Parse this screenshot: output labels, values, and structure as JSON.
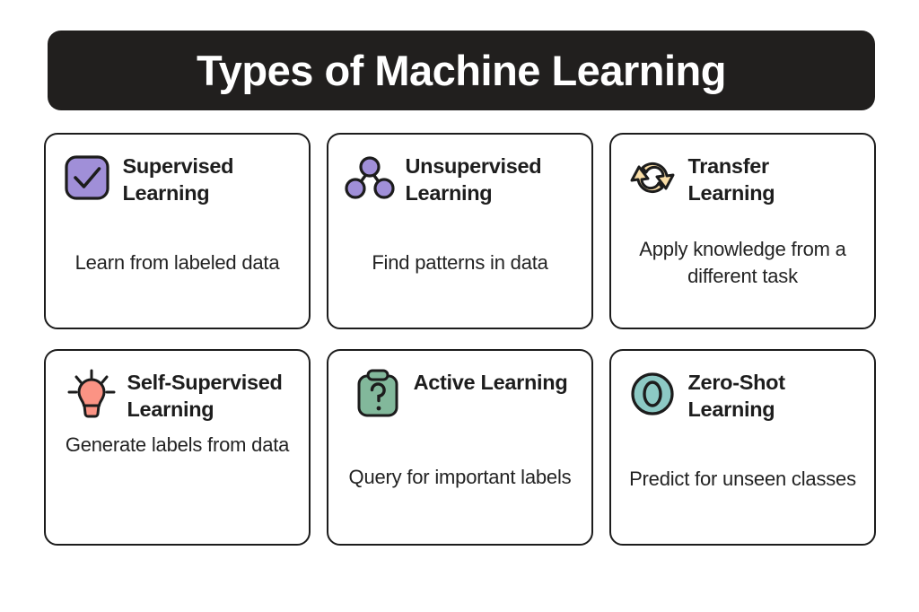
{
  "header": {
    "title": "Types of Machine Learning",
    "bar_color": "#211f1e",
    "text_color": "#ffffff"
  },
  "palette": {
    "purple": "#a08fd8",
    "tan": "#f9dda6",
    "salmon": "#fb9384",
    "green": "#82b89b",
    "teal": "#8cc9c4",
    "outline": "#1c1c1c",
    "card_background": "#ffffff",
    "page_background": "#ffffff"
  },
  "cards": [
    {
      "icon": "checkbox-check-icon",
      "icon_color": "#a08fd8",
      "title": "Supervised Learning",
      "description": "Learn from labeled data"
    },
    {
      "icon": "node-tree-icon",
      "icon_color": "#a08fd8",
      "title": "Unsupervised Learning",
      "description": "Find patterns in data"
    },
    {
      "icon": "cycle-arrows-icon",
      "icon_color": "#f9dda6",
      "title": "Transfer Learning",
      "description": "Apply knowledge from a different task"
    },
    {
      "icon": "lightbulb-icon",
      "icon_color": "#fb9384",
      "title": "Self-Supervised Learning",
      "description": "Generate labels from data"
    },
    {
      "icon": "clipboard-question-icon",
      "icon_color": "#82b89b",
      "title": "Active Learning",
      "description": "Query for important labels"
    },
    {
      "icon": "zero-circle-icon",
      "icon_color": "#8cc9c4",
      "title": "Zero-Shot Learning",
      "description": "Predict for unseen classes",
      "icon_text": "0"
    }
  ]
}
